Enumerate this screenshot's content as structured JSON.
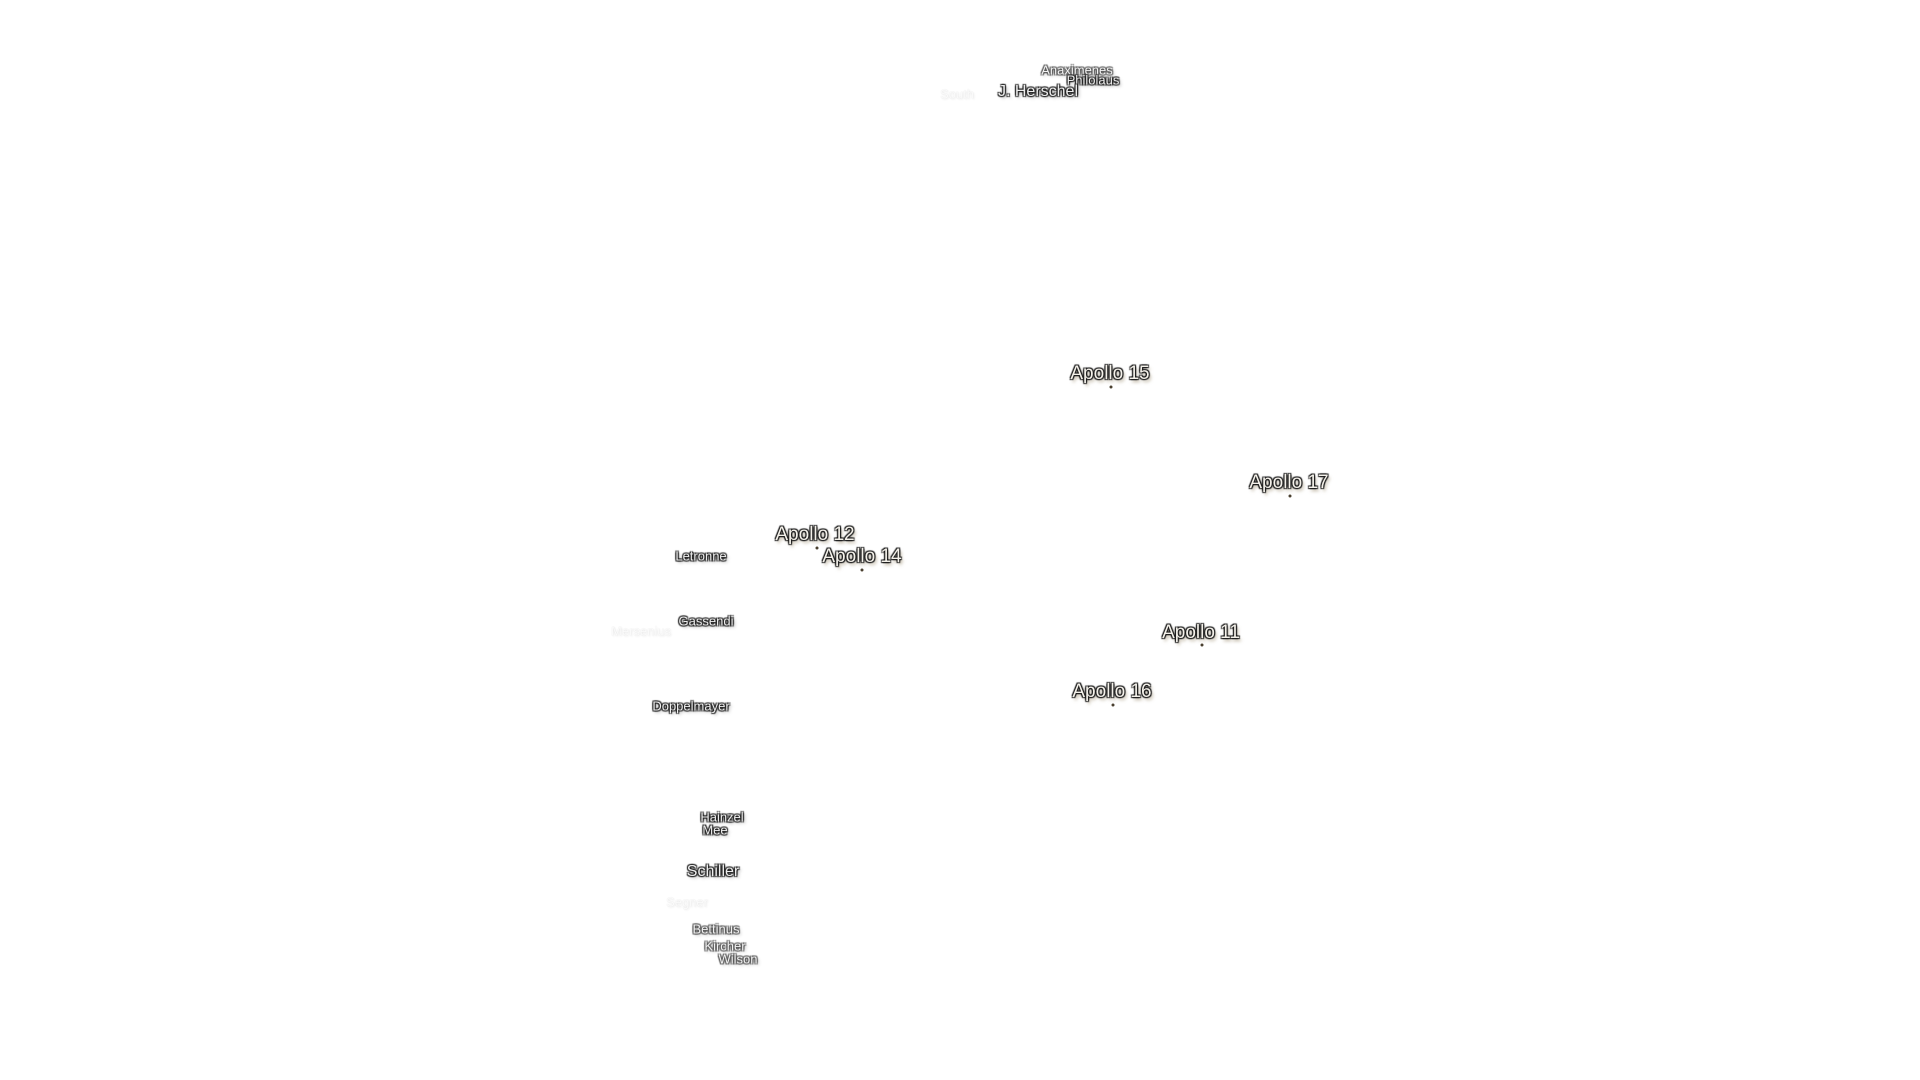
{
  "landing_sites": [
    {
      "name": "Apollo 15"
    },
    {
      "name": "Apollo 17"
    },
    {
      "name": "Apollo 12"
    },
    {
      "name": "Apollo 14"
    },
    {
      "name": "Apollo 11"
    },
    {
      "name": "Apollo 16"
    }
  ],
  "craters": [
    {
      "name": "Anaximenes"
    },
    {
      "name": "Philolaus"
    },
    {
      "name": "J. Herschel"
    },
    {
      "name": "South"
    },
    {
      "name": "Letronne"
    },
    {
      "name": "Gassendi"
    },
    {
      "name": "Mersenius"
    },
    {
      "name": "Doppelmayer"
    },
    {
      "name": "Hainzel"
    },
    {
      "name": "Mee"
    },
    {
      "name": "Schiller"
    },
    {
      "name": "Segner"
    },
    {
      "name": "Bettinus"
    },
    {
      "name": "Kircher"
    },
    {
      "name": "Wilson"
    }
  ]
}
